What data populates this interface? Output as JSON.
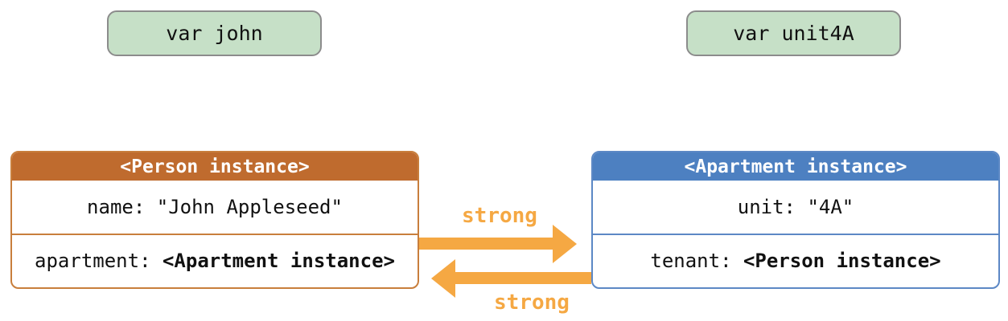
{
  "variables": [
    {
      "label": "var john"
    },
    {
      "label": "var unit4A"
    }
  ],
  "person_box": {
    "header": "<Person instance>",
    "rows": [
      {
        "label": "name: ",
        "value": "\"John Appleseed\"",
        "value_bold": false
      },
      {
        "label": "apartment: ",
        "value": "<Apartment instance>",
        "value_bold": true
      }
    ]
  },
  "apartment_box": {
    "header": "<Apartment instance>",
    "rows": [
      {
        "label": "unit: ",
        "value": "\"4A\"",
        "value_bold": false
      },
      {
        "label": "tenant: ",
        "value": "<Person instance>",
        "value_bold": true
      }
    ]
  },
  "arrows": [
    {
      "label": "strong",
      "direction": "right"
    },
    {
      "label": "strong",
      "direction": "left"
    }
  ],
  "colors": {
    "person_header": "#bf6b2e",
    "person_border": "#c87e3c",
    "apartment_header": "#4d80c1",
    "apartment_border": "#5c88c5",
    "variable_fill": "#c6e0c7",
    "variable_border": "#8c8c8c",
    "arrow": "#f5a843"
  }
}
